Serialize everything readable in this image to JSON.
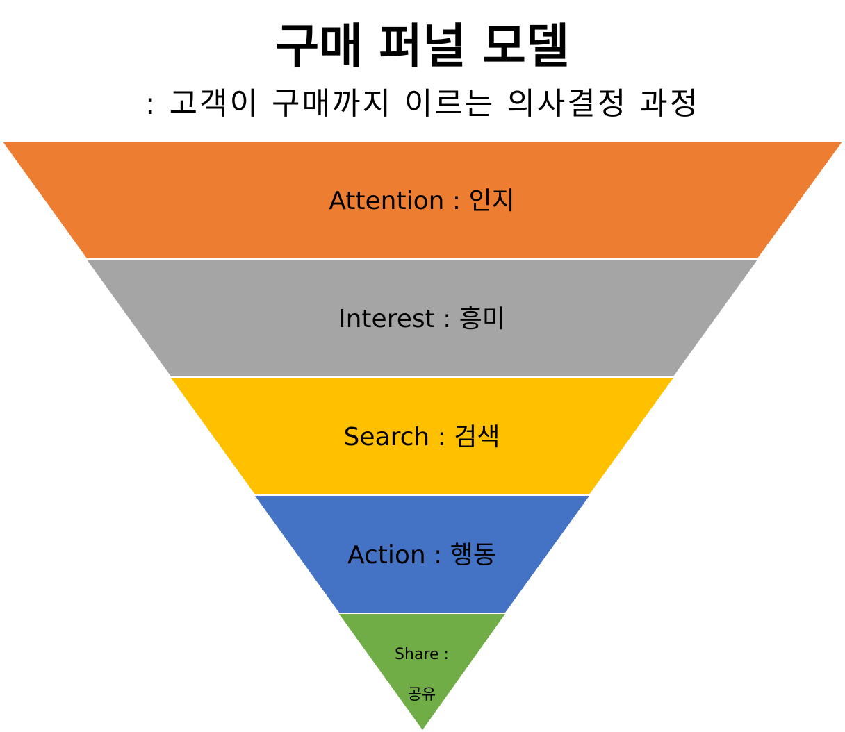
{
  "title": "구매 퍼널 모델",
  "subtitle": ": 고객이 구매까지 이르는 의사결정 과정",
  "stages": [
    {
      "label": "Attention : 인지",
      "color": "#ED7D31"
    },
    {
      "label": "Interest : 흥미",
      "color": "#A5A5A5"
    },
    {
      "label": "Search : 검색",
      "color": "#FFC000"
    },
    {
      "label": "Action : 행동",
      "color": "#4472C4"
    },
    {
      "label_line1": "Share :",
      "label_line2": "공유",
      "color": "#70AD47"
    }
  ]
}
